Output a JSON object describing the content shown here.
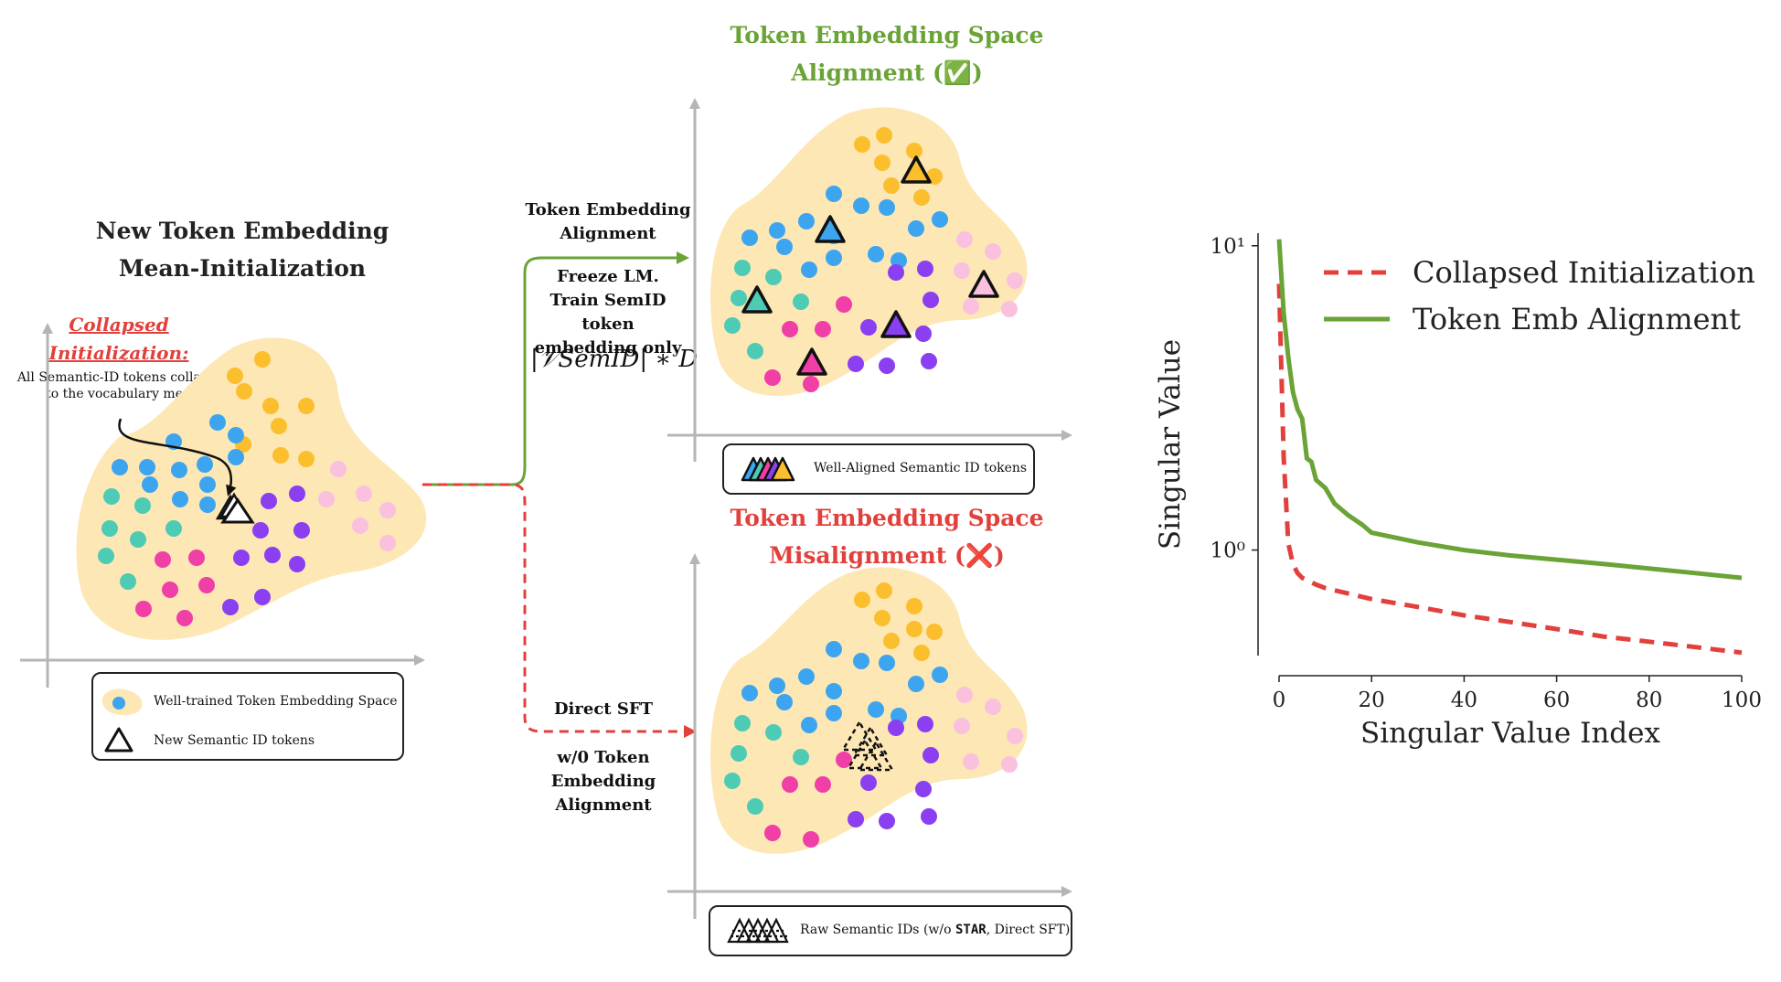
{
  "left_panel": {
    "title_line1": "New Token Embedding",
    "title_line2": "Mean-Initialization",
    "collapsed_line1": "Collapsed",
    "collapsed_line2": "Initialization:",
    "note_line1": "All Semantic-ID tokens collapsed",
    "note_line2": "to the vocabulary mean.",
    "legend": {
      "item1": "Well-trained Token Embedding Space",
      "item2": "New Semantic ID tokens"
    }
  },
  "branch_top": {
    "label_line1": "Token Embedding",
    "label_line2": "Alignment",
    "sub_line1": "Freeze LM.",
    "sub_line2": "Train SemID token",
    "sub_line3": "embedding only",
    "formula": "|𝒱SemID| ∗ D"
  },
  "branch_bottom": {
    "label": "Direct SFT",
    "sub_line1": "w/0 Token",
    "sub_line2": "Embedding",
    "sub_line3": "Alignment"
  },
  "top_panel": {
    "title_line1": "Token Embedding Space",
    "title_line2": "Alignment (✅)",
    "legend": "Well-Aligned Semantic ID tokens"
  },
  "bottom_panel": {
    "title_line1": "Token Embedding Space",
    "title_line2": "Misalignment (❌)",
    "legend_prefix": "Raw Semantic IDs (w/o ",
    "legend_star": "STAR",
    "legend_suffix": ",  Direct SFT)"
  },
  "colors": {
    "blob": "#fde7b5",
    "blue": "#3da5f0",
    "teal": "#4ecbb4",
    "pink": "#f03fa6",
    "purple": "#8a3ff0",
    "orange": "#fbbf2d",
    "lightpink": "#f9c1de",
    "green": "#6aa336",
    "red": "#e2403c"
  },
  "chart_data": {
    "type": "line",
    "xlabel": "Singular Value Index",
    "ylabel": "Singular Value",
    "yscale": "log",
    "xlim": [
      0,
      100
    ],
    "ylim": [
      0.45,
      11
    ],
    "xticks": [
      "0",
      "20",
      "40",
      "60",
      "80",
      "100"
    ],
    "yticks": [
      "10¹",
      "10⁰"
    ],
    "legend_position": "top-right",
    "grid": false,
    "series": [
      {
        "name": "Collapsed Initialization",
        "style": "dashed",
        "color": "#e2403c",
        "x": [
          0,
          1,
          2,
          3,
          4,
          5,
          8,
          10,
          20,
          30,
          40,
          50,
          60,
          70,
          80,
          90,
          100
        ],
        "y": [
          7.5,
          2.0,
          1.05,
          0.9,
          0.84,
          0.81,
          0.77,
          0.75,
          0.69,
          0.65,
          0.61,
          0.58,
          0.55,
          0.52,
          0.5,
          0.48,
          0.46
        ]
      },
      {
        "name": "Token Emb Alignment",
        "style": "solid",
        "color": "#6aa336",
        "x": [
          0,
          1,
          2,
          3,
          4,
          5,
          6,
          7,
          8,
          10,
          12,
          15,
          18,
          20,
          30,
          40,
          50,
          60,
          70,
          80,
          90,
          100
        ],
        "y": [
          10.5,
          6.0,
          4.3,
          3.3,
          2.9,
          2.7,
          2.0,
          1.95,
          1.7,
          1.6,
          1.42,
          1.3,
          1.21,
          1.14,
          1.06,
          1.0,
          0.96,
          0.93,
          0.9,
          0.87,
          0.84,
          0.81
        ]
      }
    ]
  }
}
